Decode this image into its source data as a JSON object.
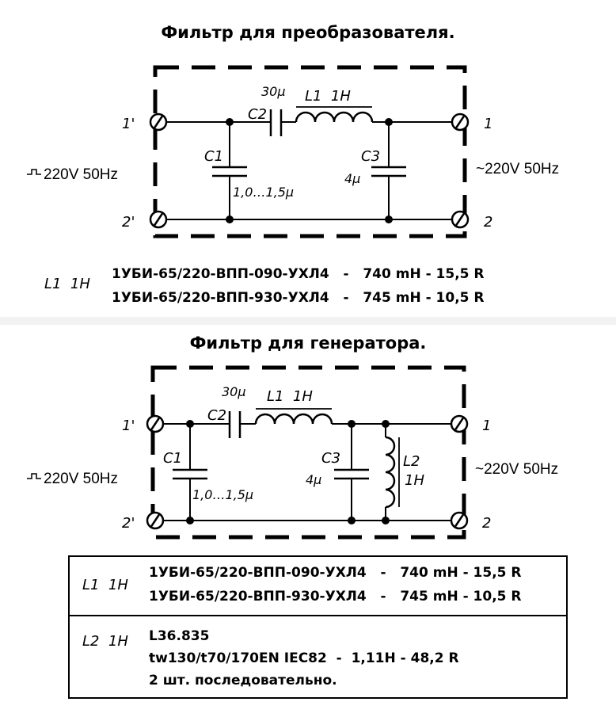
{
  "filter1": {
    "title": "Фильтр для преобразователя.",
    "term_in_top": "1'",
    "term_in_bottom": "2'",
    "term_out_top": "1",
    "term_out_bottom": "2",
    "source_left": "220V 50Hz",
    "source_right": "~220V 50Hz",
    "c1": "C1",
    "c1_value": "1,0…1,5μ",
    "c2": "C2",
    "c2_value": "30μ",
    "l1": "L1  1H",
    "c3": "C3",
    "c3_value": "4μ",
    "parts": {
      "label": "L1  1H",
      "row1": "1УБИ-65/220-ВПП-090-УХЛ4   -   740 mH - 15,5 R",
      "row2": "1УБИ-65/220-ВПП-930-УХЛ4   -   745 mH - 10,5 R"
    }
  },
  "filter2": {
    "title": "Фильтр для генератора.",
    "term_in_top": "1'",
    "term_in_bottom": "2'",
    "term_out_top": "1",
    "term_out_bottom": "2",
    "source_left": "220V 50Hz",
    "source_right": "~220V 50Hz",
    "c1": "C1",
    "c1_value": "1,0…1,5μ",
    "c2": "C2",
    "c2_value": "30μ",
    "l1": "L1  1H",
    "c3": "C3",
    "c3_value": "4μ",
    "l2": "L2",
    "l2_value": "1H",
    "table": {
      "row1_label": "L1  1H",
      "row1_line1": "1УБИ-65/220-ВПП-090-УХЛ4   -   740 mH - 15,5 R",
      "row1_line2": "1УБИ-65/220-ВПП-930-УХЛ4   -   745 mH - 10,5 R",
      "row2_label": "L2  1H",
      "row2_line1": "L36.835",
      "row2_line2": "tw130/t70/170EN IEC82  -  1,11H - 48,2 R",
      "row2_line3": "2 шт. последовательно."
    }
  }
}
